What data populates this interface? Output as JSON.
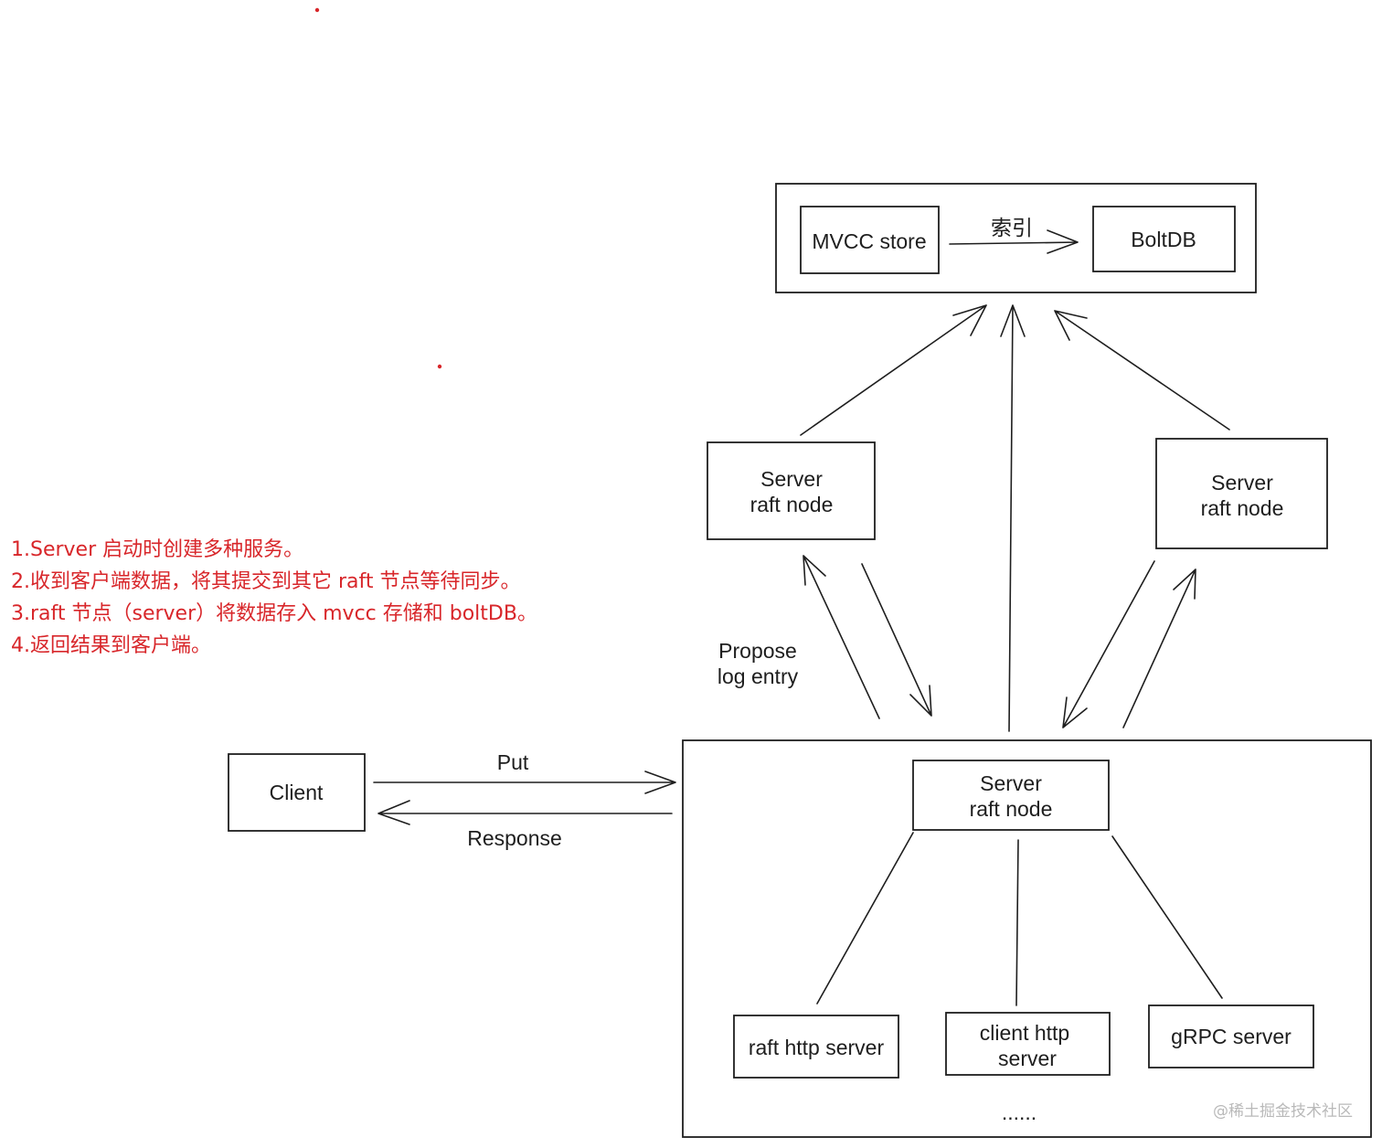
{
  "diagram": {
    "notes": [
      "1.Server 启动时创建多种服务。",
      "2.收到客户端数据，将其提交到其它 raft 节点等待同步。",
      "3.raft 节点（server）将数据存入 mvcc 存储和 boltDB。",
      "4.返回结果到客户端。"
    ],
    "storage": {
      "mvcc_label": "MVCC store",
      "index_label": "索引",
      "boltdb_label": "BoltDB"
    },
    "peer_left": {
      "line1": "Server",
      "line2": "raft node"
    },
    "peer_right": {
      "line1": "Server",
      "line2": "raft node"
    },
    "propose_label": {
      "line1": "Propose",
      "line2": "log entry"
    },
    "client_label": "Client",
    "put_label": "Put",
    "response_label": "Response",
    "main_node": {
      "line1": "Server",
      "line2": "raft node"
    },
    "services": {
      "raft_http": "raft http server",
      "client_http": {
        "line1": "client http",
        "line2": "server"
      },
      "grpc": "gRPC server",
      "more": "......"
    },
    "watermark": "@稀土掘金技术社区",
    "colors": {
      "annotation": "#d8262a",
      "ink": "#1e1e1e",
      "watermark": "#b9b9b9"
    }
  }
}
